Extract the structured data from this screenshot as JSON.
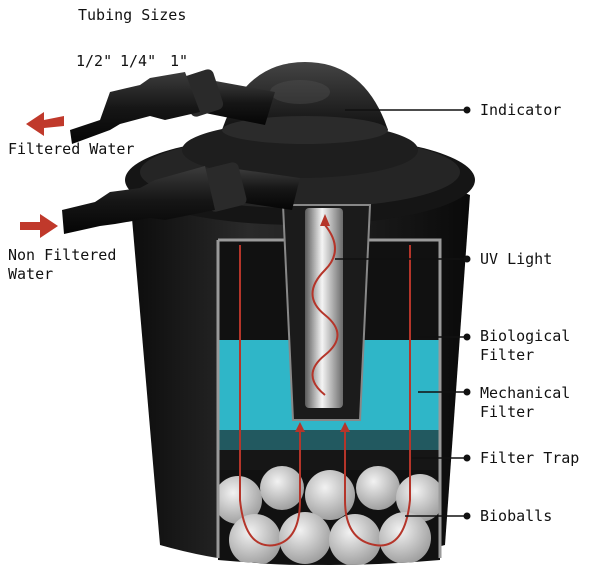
{
  "header": {
    "tubing_title": "Tubing Sizes"
  },
  "tubing_sizes": [
    "1/2\"",
    "1/4\"",
    "1\""
  ],
  "flow": {
    "out_label": "Filtered Water",
    "in_label": "Non Filtered\nWater"
  },
  "callouts": [
    {
      "id": "indicator",
      "text": "Indicator"
    },
    {
      "id": "uv-light",
      "text": "UV Light"
    },
    {
      "id": "biological-filter",
      "text": "Biological\nFilter"
    },
    {
      "id": "mechanical-filter",
      "text": "Mechanical\nFilter"
    },
    {
      "id": "filter-trap",
      "text": "Filter Trap"
    },
    {
      "id": "bioballs",
      "text": "Bioballs"
    }
  ],
  "colors": {
    "housing": "#1b1b1b",
    "water": "#2fb6c8",
    "arrow": "#c0392b",
    "flow_line": "#b5352a"
  }
}
